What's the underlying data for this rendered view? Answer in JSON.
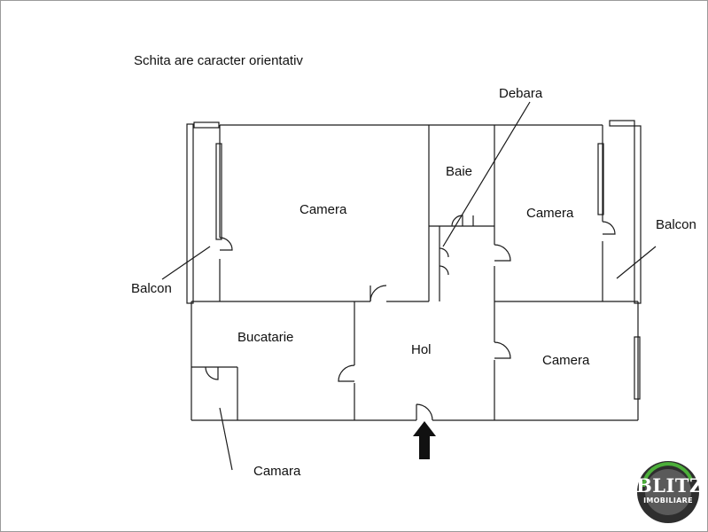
{
  "note": "Schita are caracter orientativ",
  "rooms": {
    "camera_left": "Camera",
    "baie": "Baie",
    "debara": "Debara",
    "camera_right_top": "Camera",
    "balcon_right": "Balcon",
    "balcon_left": "Balcon",
    "bucatarie": "Bucatarie",
    "hol": "Hol",
    "camera_right_bottom": "Camera",
    "camara": "Camara"
  },
  "logo": {
    "line1": "BLITZ",
    "line2": "IMOBILIARE",
    "colors": {
      "ring": "#2e2e2e",
      "accent": "#4caf3a",
      "inner": "#5a5a5a"
    }
  },
  "entrance_arrow_color": "#111111"
}
